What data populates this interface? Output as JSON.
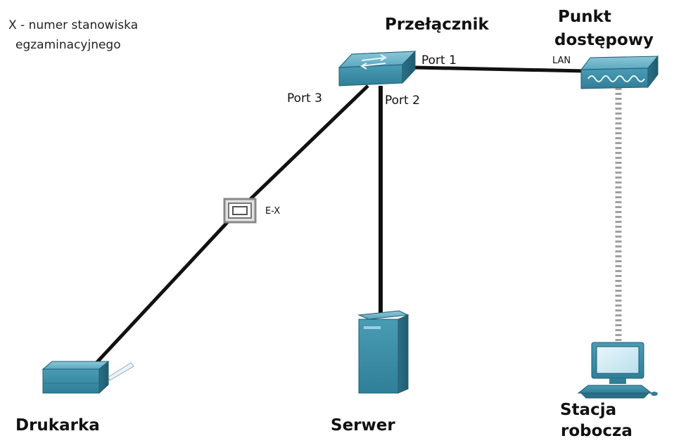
{
  "note": {
    "line1": "X - numer stanowiska",
    "line2": "egzaminacyjnego"
  },
  "devices": {
    "switch": "Przełącznik",
    "access_point_line1": "Punkt",
    "access_point_line2": "dostępowy",
    "printer": "Drukarka",
    "server": "Serwer",
    "workstation_line1": "Stacja",
    "workstation_line2": "robocza"
  },
  "ports": {
    "port1": "Port 1",
    "port2": "Port 2",
    "port3": "Port 3",
    "lan": "LAN"
  },
  "outlet": {
    "label": "E-X"
  },
  "colors": {
    "device_teal": "#3d8fa8",
    "cable": "#111111",
    "wireless": "#9a9a9a"
  }
}
